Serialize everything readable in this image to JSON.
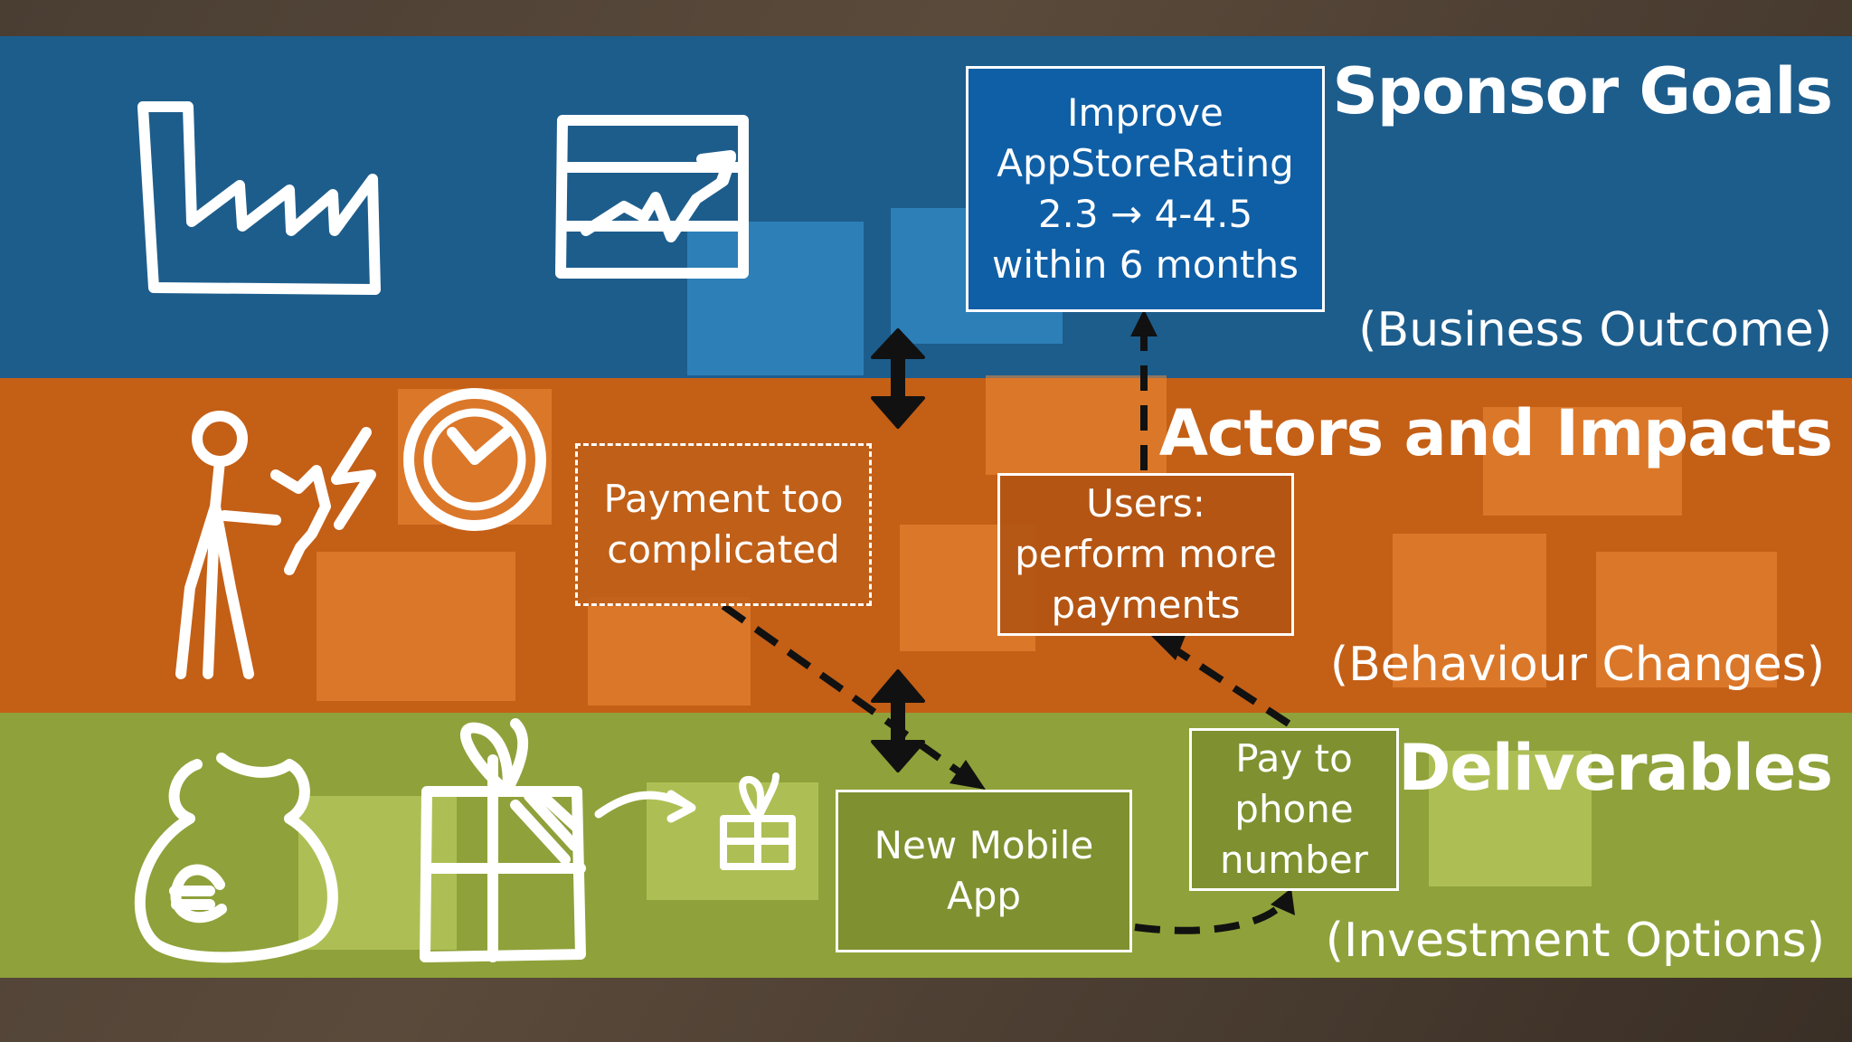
{
  "bands": {
    "sponsor": {
      "title": "Sponsor Goals",
      "subtitle": "(Business Outcome)",
      "color": "#1d5d8c"
    },
    "actors": {
      "title": "Actors and Impacts",
      "subtitle": "(Behaviour Changes)",
      "color": "#c45f16"
    },
    "deliverables": {
      "title": "Deliverables",
      "subtitle": "(Investment Options)",
      "color": "#8fa13a"
    }
  },
  "boxes": {
    "goal": {
      "lines": [
        "Improve",
        "AppStoreRating",
        "2.3 → 4-4.5",
        "within 6 months"
      ],
      "color": "#0f5fa6"
    },
    "payment_issue": {
      "lines": [
        "Payment too",
        "complicated"
      ]
    },
    "users_impact": {
      "lines": [
        "Users:",
        "perform more",
        "payments"
      ]
    },
    "mobile_app": {
      "lines": [
        "New Mobile",
        "App"
      ]
    },
    "pay_phone": {
      "lines": [
        "Pay to",
        "phone",
        "number"
      ]
    }
  },
  "icons": [
    "factory-icon",
    "chart-icon",
    "person-icon",
    "lightning-icon",
    "clock-icon",
    "money-bag-icon",
    "gift-icon",
    "small-gift-icon"
  ]
}
